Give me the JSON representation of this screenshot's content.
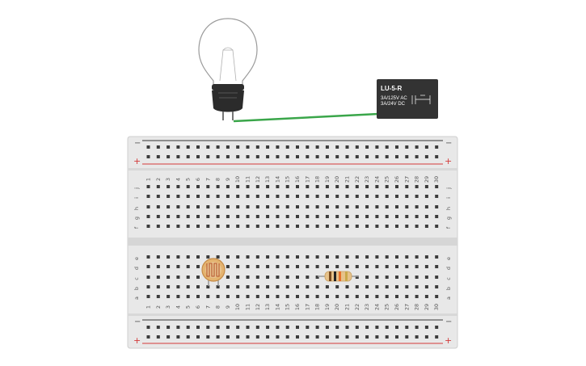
{
  "relay": {
    "model": "LU-5-R",
    "rating_ac": "3A/125V AC",
    "rating_dc": "3A/24V  DC"
  },
  "breadboard": {
    "columns": 30,
    "rows_top": [
      "j",
      "i",
      "h",
      "g",
      "f"
    ],
    "rows_bottom": [
      "e",
      "d",
      "c",
      "b",
      "a"
    ],
    "rail_minus_symbol": "−",
    "rail_plus_symbol": "+"
  },
  "colors": {
    "wire": "#3aa64a",
    "rail_red": "#d33a3a",
    "rail_black": "#333333",
    "board": "#e9e9e9",
    "relay_body": "#333333"
  },
  "components": {
    "bulb_icon": "light-bulb-icon",
    "ldr_icon": "photoresistor-icon",
    "resistor_icon": "resistor-icon",
    "relay_icon": "relay-icon"
  }
}
